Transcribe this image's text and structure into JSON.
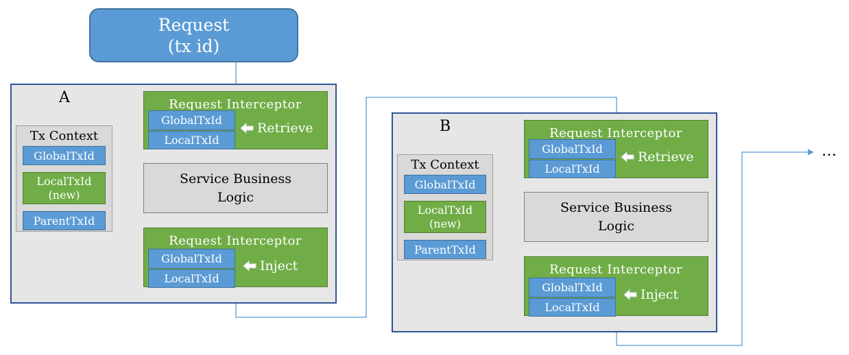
{
  "request": {
    "line1": "Request",
    "line2": "(tx id)"
  },
  "service_a": {
    "label": "A",
    "context": {
      "title": "Tx Context",
      "global": "GlobalTxId",
      "local_line1": "LocalTxId",
      "local_line2": "(new)",
      "parent": "ParentTxId"
    },
    "retrieve_interceptor": {
      "title": "Request Interceptor",
      "global": "GlobalTxId",
      "local": "LocalTxId",
      "action": "Retrieve"
    },
    "logic": {
      "line1": "Service Business",
      "line2": "Logic"
    },
    "inject_interceptor": {
      "title": "Request Interceptor",
      "global": "GlobalTxId",
      "local": "LocalTxId",
      "action": "Inject"
    }
  },
  "service_b": {
    "label": "B",
    "context": {
      "title": "Tx Context",
      "global": "GlobalTxId",
      "local_line1": "LocalTxId",
      "local_line2": "(new)",
      "parent": "ParentTxId"
    },
    "retrieve_interceptor": {
      "title": "Request Interceptor",
      "global": "GlobalTxId",
      "local": "LocalTxId",
      "action": "Retrieve"
    },
    "logic": {
      "line1": "Service Business",
      "line2": "Logic"
    },
    "inject_interceptor": {
      "title": "Request Interceptor",
      "global": "GlobalTxId",
      "local": "LocalTxId",
      "action": "Inject"
    }
  },
  "continuation": "…",
  "colors": {
    "blue": "#5b9bd5",
    "blue_border": "#41719c",
    "green": "#70ad47",
    "green_border": "#507e32",
    "panel_gray": "#e7e6e6",
    "panel_border": "#2f5597",
    "service_gray": "#d9d9d9"
  },
  "icons": {
    "action_arrow": "left-arrow-icon"
  }
}
